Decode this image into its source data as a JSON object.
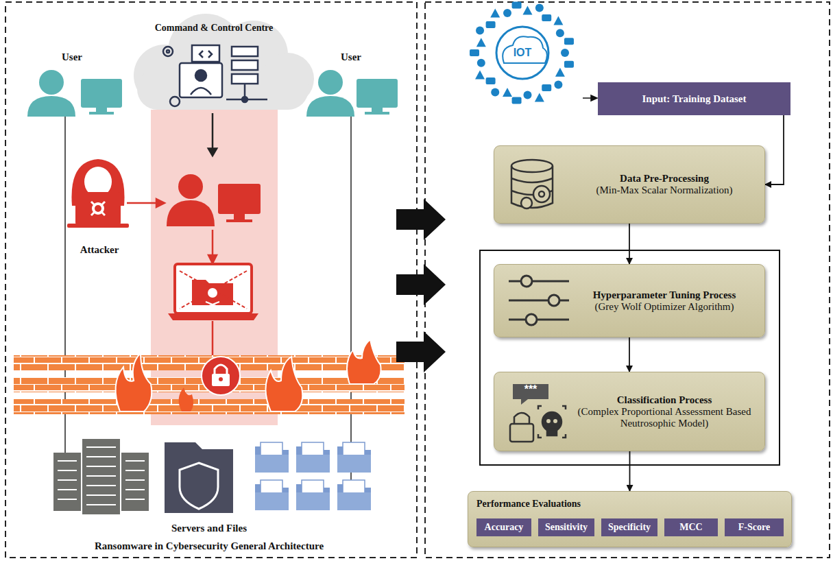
{
  "diagram": {
    "nodes": [
      {
        "text": [
          "Input: Training Dataset"
        ]
      },
      {
        "text": [
          "Data Pre-Processing",
          "(Min-Max Scalar Normalization)"
        ]
      },
      {
        "text": [
          "Hyperparameter Tuning Process",
          "(Grey Wolf Optimizer Algorithm)"
        ]
      },
      {
        "text": [
          "Classification Process",
          "(Complex Proportional Assessment Based Neutrosophic Model)"
        ]
      },
      {
        "text": [
          "Performance Evaluations"
        ]
      },
      {
        "text": [
          "Accuracy"
        ],
        "in": 4
      },
      {
        "text": [
          "Sensitivity"
        ],
        "in": 4
      },
      {
        "text": [
          "Specificity"
        ],
        "in": 4
      },
      {
        "text": [
          "MCC"
        ],
        "in": 4
      },
      {
        "text": [
          "F-Score"
        ],
        "in": 4
      }
    ],
    "edges": [
      {
        "from": 0,
        "to": 1,
        "arrow": "to"
      },
      {
        "from": 1,
        "to": 2,
        "arrow": "to"
      },
      {
        "from": 2,
        "to": 3,
        "arrow": "to"
      },
      {
        "from": 3,
        "to": 4,
        "arrow": "to"
      }
    ],
    "labels": [
      "Command & Control Centre",
      "User",
      "User",
      "Attacker",
      "Servers and Files",
      "Ransomware in Cybersecurity General Architecture",
      "IOT",
      "***"
    ]
  }
}
